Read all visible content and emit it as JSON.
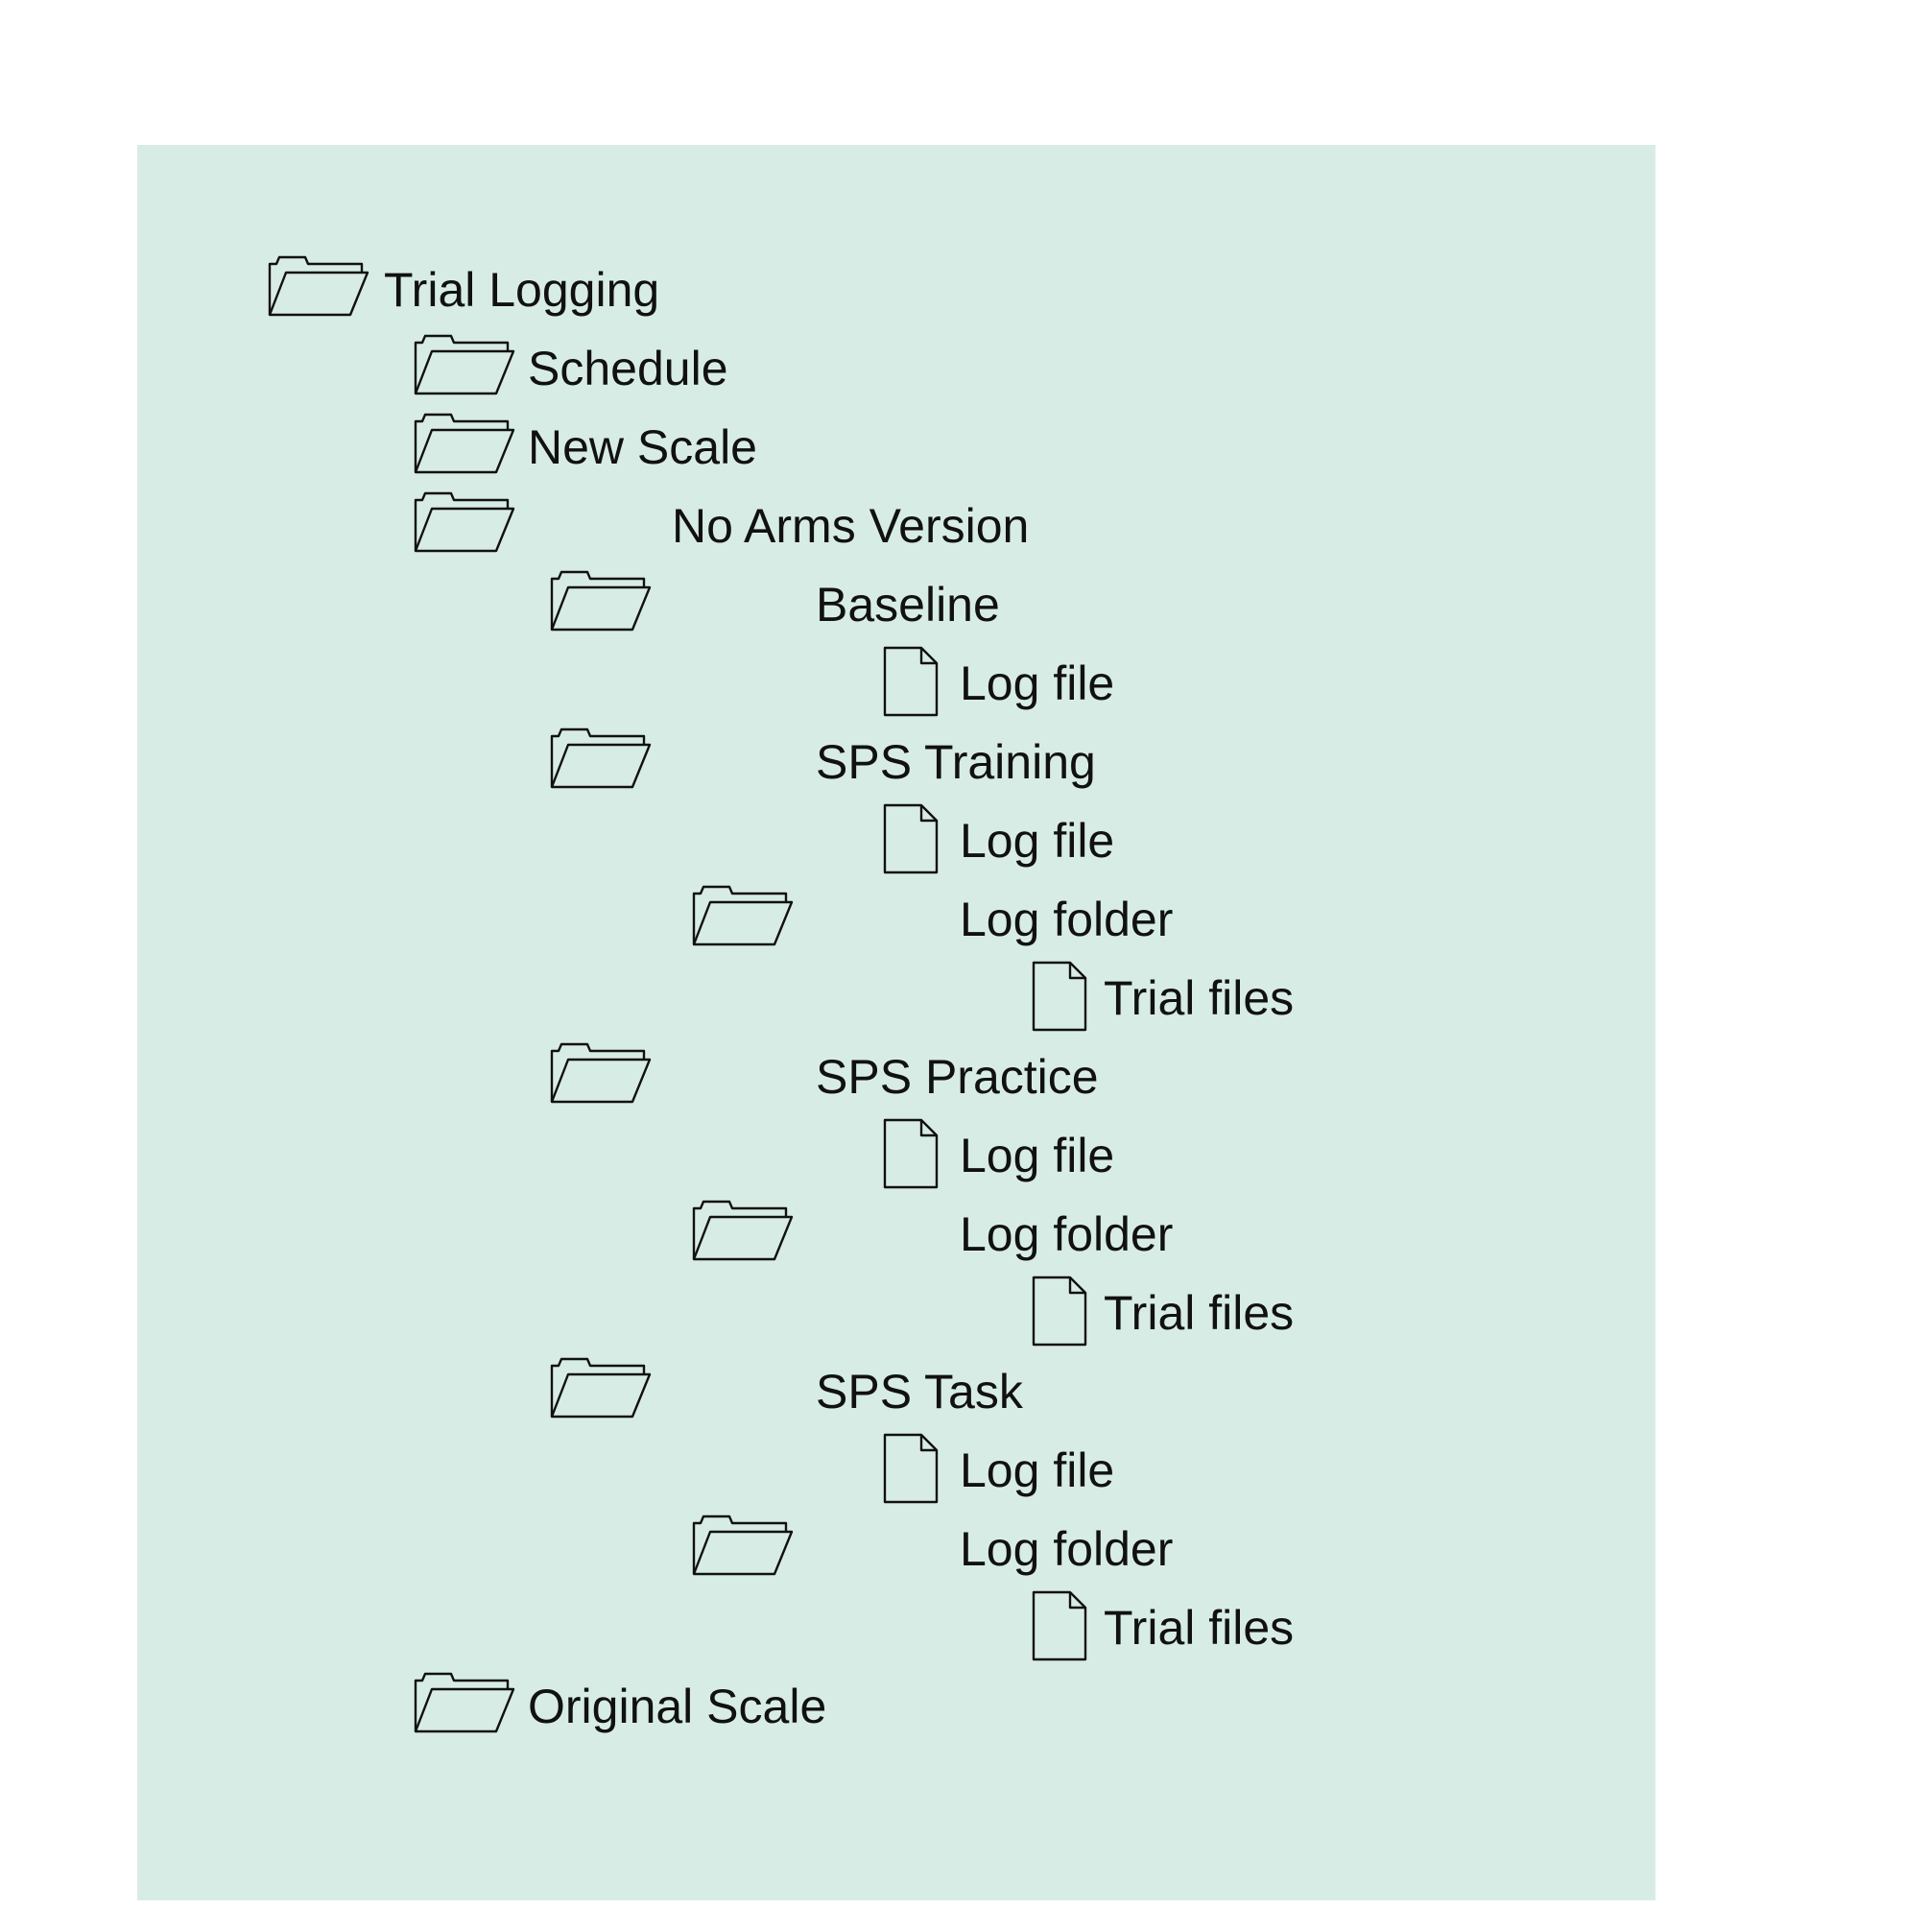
{
  "colors": {
    "panel_background": "#d8ece6",
    "page_background": "#ffffff",
    "stroke": "#111111",
    "text": "#111111"
  },
  "tree": [
    {
      "id": "trial-logging",
      "label": "Trial Logging",
      "type": "folder",
      "depth": 0,
      "icon": "folder-open-icon"
    },
    {
      "id": "schedule",
      "label": "Schedule",
      "type": "folder",
      "depth": 1,
      "icon": "folder-open-icon"
    },
    {
      "id": "new-scale",
      "label": "New Scale",
      "type": "folder",
      "depth": 1,
      "icon": "folder-open-icon"
    },
    {
      "id": "no-arms-version",
      "label": "No Arms Version",
      "type": "folder",
      "depth": 2,
      "icon": "folder-open-icon"
    },
    {
      "id": "baseline",
      "label": "Baseline",
      "type": "folder",
      "depth": 3,
      "icon": "folder-open-icon"
    },
    {
      "id": "baseline-log-file",
      "label": "Log file",
      "type": "file",
      "depth": 4,
      "icon": "file-icon"
    },
    {
      "id": "sps-training",
      "label": "SPS Training",
      "type": "folder",
      "depth": 3,
      "icon": "folder-open-icon"
    },
    {
      "id": "sps-training-log-file",
      "label": "Log file",
      "type": "file",
      "depth": 4,
      "icon": "file-icon"
    },
    {
      "id": "sps-training-log-folder",
      "label": "Log folder",
      "type": "folder",
      "depth": 4,
      "icon": "folder-open-icon"
    },
    {
      "id": "sps-training-trial-files",
      "label": "Trial files",
      "type": "file",
      "depth": 5,
      "icon": "file-icon"
    },
    {
      "id": "sps-practice",
      "label": "SPS Practice",
      "type": "folder",
      "depth": 3,
      "icon": "folder-open-icon"
    },
    {
      "id": "sps-practice-log-file",
      "label": "Log file",
      "type": "file",
      "depth": 4,
      "icon": "file-icon"
    },
    {
      "id": "sps-practice-log-folder",
      "label": "Log folder",
      "type": "folder",
      "depth": 4,
      "icon": "folder-open-icon"
    },
    {
      "id": "sps-practice-trial-files",
      "label": "Trial files",
      "type": "file",
      "depth": 5,
      "icon": "file-icon"
    },
    {
      "id": "sps-task",
      "label": "SPS Task",
      "type": "folder",
      "depth": 3,
      "icon": "folder-open-icon"
    },
    {
      "id": "sps-task-log-file",
      "label": "Log file",
      "type": "file",
      "depth": 4,
      "icon": "file-icon"
    },
    {
      "id": "sps-task-log-folder",
      "label": "Log folder",
      "type": "folder",
      "depth": 4,
      "icon": "folder-open-icon"
    },
    {
      "id": "sps-task-trial-files",
      "label": "Trial files",
      "type": "file",
      "depth": 5,
      "icon": "file-icon"
    },
    {
      "id": "original-scale",
      "label": "Original Scale",
      "type": "folder",
      "depth": 1,
      "icon": "folder-open-icon"
    }
  ]
}
